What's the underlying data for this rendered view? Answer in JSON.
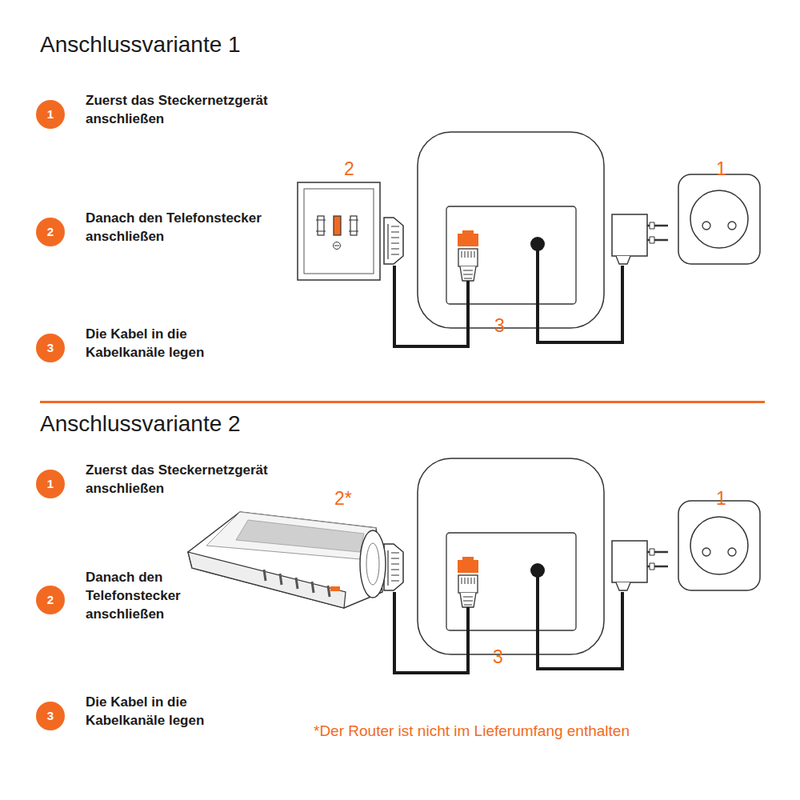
{
  "diagram": {
    "nodes": [
      {
        "text": [
          "1",
          "Zuerst das Steckernetzgerät anschließen"
        ]
      },
      {
        "text": [
          "2",
          "Danach den Telefonstecker anschließen"
        ]
      },
      {
        "text": [
          "3",
          "Die Kabel in die Kabelkanäle legen"
        ]
      },
      {
        "text": [
          "1",
          "Zuerst das Steckernetzgerät anschließen"
        ]
      },
      {
        "text": [
          "2",
          "Danach den Telefonstecker anschließen"
        ]
      },
      {
        "text": [
          "3",
          "Die Kabel in die Kabelkanäle legen"
        ]
      }
    ],
    "labels": [
      "Anschlussvariante 1",
      "2",
      "1",
      "3",
      "Anschlussvariante 2",
      "2*",
      "1",
      "3",
      "*Der Router ist nicht im Lieferumfang enthalten"
    ]
  }
}
